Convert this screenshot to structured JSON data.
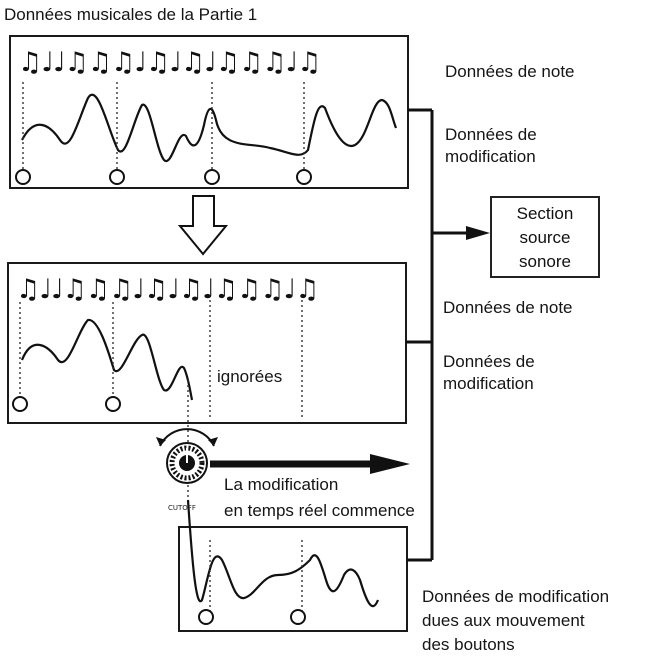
{
  "title": "Données musicales de la Partie 1",
  "labels": {
    "note_data_1": "Données de note",
    "mod_data_1": "Données de modification",
    "note_data_2": "Données de note",
    "mod_data_2": "Données de modification",
    "ignored": "ignorées",
    "realtime_line1": "La modification",
    "realtime_line2": "en temps réel commence",
    "knob_caption": "CUTOFF",
    "knob_data_line1": "Données de modification",
    "knob_data_line2": "dues aux mouvement",
    "knob_data_line3": "des boutons"
  },
  "sound_source": {
    "line1": "Section",
    "line2": "source",
    "line3": "sonore"
  },
  "note_sequence": "♫♩♩♫♫♫♩♫♩♫♩♫♫♫♩♫"
}
